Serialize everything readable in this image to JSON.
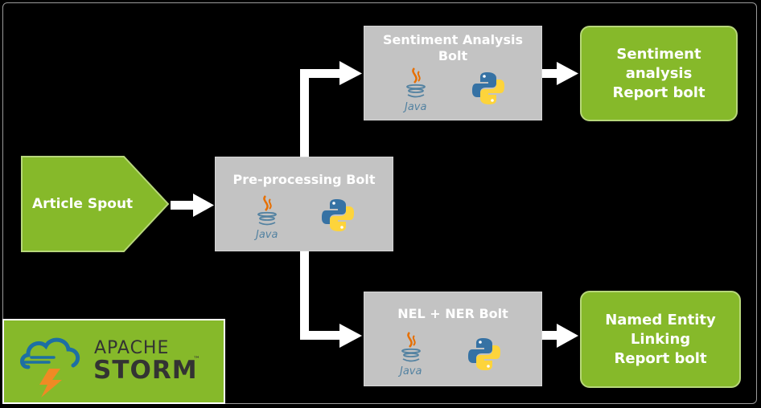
{
  "nodes": {
    "spout": {
      "label": "Article Spout"
    },
    "preprocessing": {
      "title": "Pre-processing Bolt"
    },
    "sentiment": {
      "title": "Sentiment Analysis\nBolt"
    },
    "nel": {
      "title": "NEL + NER Bolt"
    },
    "sentiment_report": {
      "label": "Sentiment\nanalysis\nReport bolt"
    },
    "nel_report": {
      "label": "Named Entity\nLinking\nReport bolt"
    }
  },
  "icons": {
    "java": "java-logo",
    "python": "python-logo"
  },
  "java_text": "Java",
  "logo": {
    "apache": "APACHE",
    "storm": "STORM",
    "tm": "™"
  },
  "colors": {
    "green": "#86b92a",
    "gray": "#c3c3c3",
    "background": "#000000"
  }
}
